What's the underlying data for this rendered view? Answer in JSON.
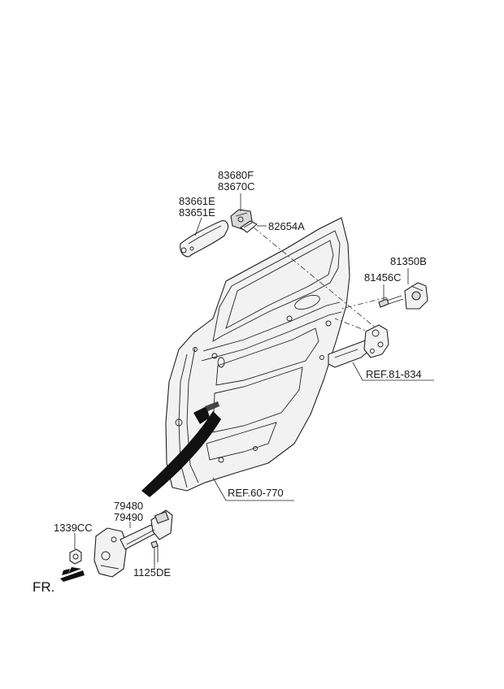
{
  "parts": {
    "p83680F": "83680F",
    "p83670C": "83670C",
    "p83661E": "83661E",
    "p83651E": "83651E",
    "p82654A": "82654A",
    "p81350B": "81350B",
    "p81456C": "81456C",
    "p79480": "79480",
    "p79490": "79490",
    "p1339CC": "1339CC",
    "p1125DE": "1125DE"
  },
  "refs": {
    "ref_81_834": "REF.81-834",
    "ref_60_770": "REF.60-770"
  },
  "direction": {
    "front": "FR."
  }
}
